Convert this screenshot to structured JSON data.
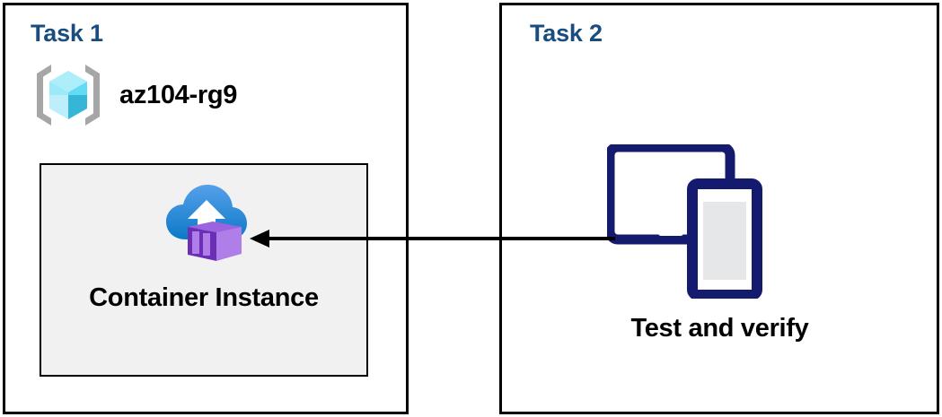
{
  "diagram": {
    "title": "Azure resource group task diagram",
    "background": "#ffffff",
    "colors": {
      "panel_border": "#000000",
      "title_blue": "#1b4c7e",
      "inner_box_fill": "#f1f1f1",
      "inner_box_border": "#000000",
      "arrow": "#000000",
      "device_navy": "#141a6e",
      "device_screen_gray": "#e6e7e9",
      "cube_cyan_light": "#9ce9fa",
      "cube_cyan_mid": "#50d9f5",
      "cube_teal_dark": "#36b6d6",
      "cube_pale": "#bdeefb",
      "bracket_gray": "#a6a6a6",
      "cloud_blue_top": "#4f9ae8",
      "cloud_blue_bottom": "#0f7cc8",
      "container_purple_light": "#b07ee8",
      "container_purple_mid": "#9a63df",
      "container_purple_dark": "#6b2fb5"
    }
  },
  "panels": [
    {
      "id": "task1",
      "title": "Task 1",
      "resource_group": {
        "icon": "resource-group-cube-icon",
        "label": "az104-rg9"
      },
      "inner_box": {
        "icon": "container-instance-icon",
        "label": "Container Instance"
      }
    },
    {
      "id": "task2",
      "title": "Task 2",
      "device": {
        "icon": "tablet-and-phone-icon",
        "label": "Test and verify"
      }
    }
  ],
  "connector": {
    "name": "arrow-task2-to-container-instance",
    "direction": "right-to-left",
    "from": "Test and verify",
    "to": "Container Instance",
    "color": "#000000"
  }
}
